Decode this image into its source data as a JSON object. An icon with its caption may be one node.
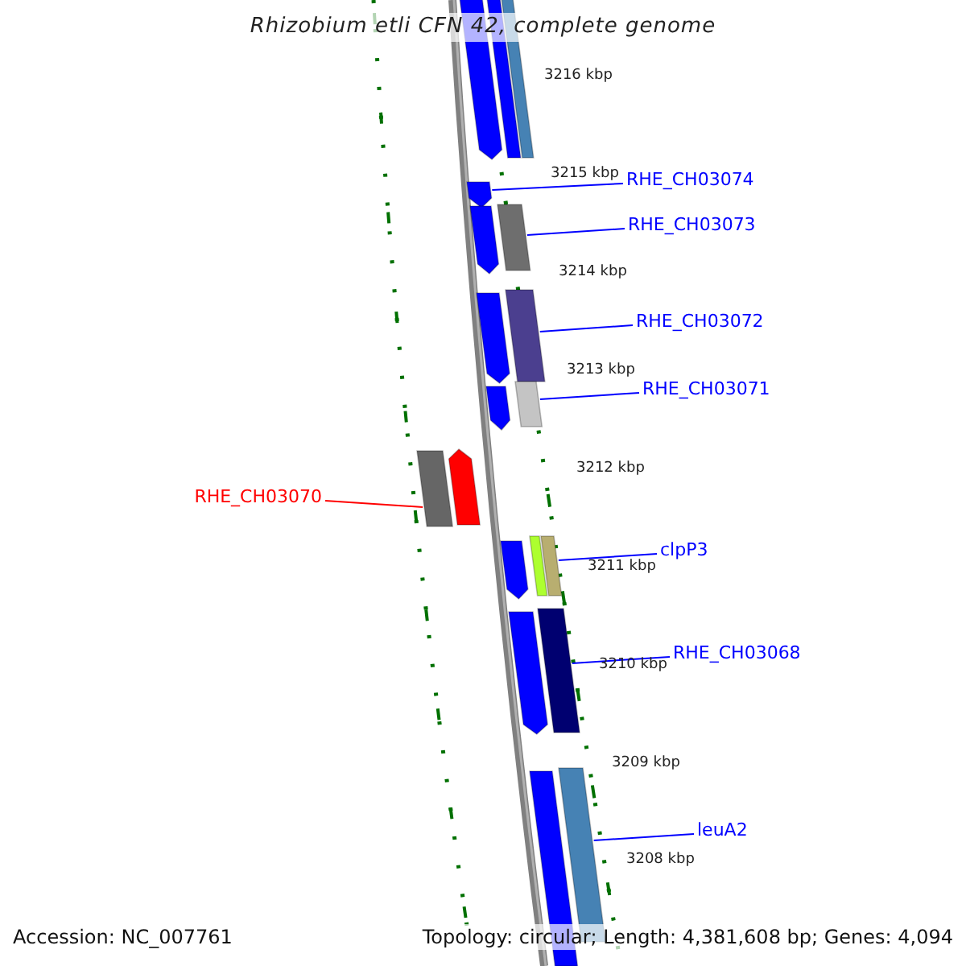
{
  "diagram": {
    "title": "Rhizobium etli CFN 42, complete genome",
    "nodes": [
      {
        "text": [
          "RHE_CH03074"
        ]
      },
      {
        "text": [
          "RHE_CH03073"
        ]
      },
      {
        "text": [
          "RHE_CH03072"
        ]
      },
      {
        "text": [
          "RHE_CH03071"
        ]
      },
      {
        "text": [
          "RHE_CH03070"
        ]
      },
      {
        "text": [
          "clpP3"
        ]
      },
      {
        "text": [
          "RHE_CH03068"
        ]
      },
      {
        "text": [
          "leuA2"
        ]
      },
      {
        "text": [],
        "shape": "pentagon"
      },
      {
        "text": [],
        "shape": "bar"
      },
      {
        "text": [],
        "shape": "bar"
      },
      {
        "text": [],
        "shape": "pentagon"
      },
      {
        "text": [],
        "shape": "pentagon"
      },
      {
        "text": [],
        "shape": "bar"
      },
      {
        "text": [],
        "shape": "pentagon"
      },
      {
        "text": [],
        "shape": "bar"
      },
      {
        "text": [],
        "shape": "pentagon"
      },
      {
        "text": [],
        "shape": "bar"
      },
      {
        "text": [],
        "shape": "bar"
      },
      {
        "text": [],
        "shape": "pentagon"
      },
      {
        "text": [],
        "shape": "pentagon"
      },
      {
        "text": [],
        "shape": "bar"
      },
      {
        "text": [],
        "shape": "bar"
      },
      {
        "text": [],
        "shape": "pentagon"
      },
      {
        "text": [],
        "shape": "bar"
      },
      {
        "text": [],
        "shape": "bar"
      },
      {
        "text": [],
        "shape": "bar"
      }
    ],
    "edges": [
      {
        "from": 0,
        "to": 11,
        "arrow": "none"
      },
      {
        "from": 1,
        "to": 13,
        "arrow": "none"
      },
      {
        "from": 2,
        "to": 15,
        "arrow": "none"
      },
      {
        "from": 3,
        "to": 17,
        "arrow": "none"
      },
      {
        "from": 4,
        "to": 18,
        "arrow": "none",
        "color": "#ff0000"
      },
      {
        "from": 5,
        "to": 22,
        "arrow": "none"
      },
      {
        "from": 6,
        "to": 24,
        "arrow": "none"
      },
      {
        "from": 7,
        "to": 26,
        "arrow": "none"
      }
    ],
    "labels": [
      "3216 kbp",
      "3215 kbp",
      "3214 kbp",
      "3213 kbp",
      "3212 kbp",
      "3211 kbp",
      "3210 kbp",
      "3209 kbp",
      "3208 kbp",
      "Accession: NC_007761",
      "Topology: circular; Length: 4,381,608 bp; Genes: 4,094"
    ]
  }
}
